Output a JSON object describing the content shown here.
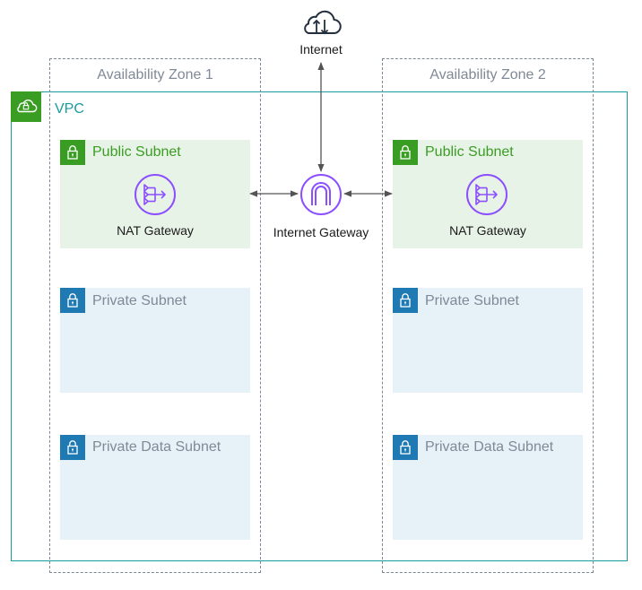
{
  "internet": {
    "label": "Internet"
  },
  "vpc": {
    "label": "VPC"
  },
  "internet_gateway": {
    "label": "Internet Gateway"
  },
  "zones": [
    {
      "label": "Availability Zone 1",
      "public_subnet": {
        "label": "Public Subnet",
        "nat_label": "NAT Gateway"
      },
      "private_subnet": {
        "label": "Private Subnet"
      },
      "data_subnet": {
        "label": "Private Data Subnet"
      }
    },
    {
      "label": "Availability Zone 2",
      "public_subnet": {
        "label": "Public Subnet",
        "nat_label": "NAT Gateway"
      },
      "private_subnet": {
        "label": "Private Subnet"
      },
      "data_subnet": {
        "label": "Private Data Subnet"
      }
    }
  ],
  "colors": {
    "vpc_border": "#1a9c9c",
    "public_green": "#3a9d23",
    "private_blue": "#1f79b3",
    "gateway_purple": "#8c4fff",
    "arrow": "#545454"
  },
  "icons": {
    "internet": "cloud-updown-icon",
    "vpc": "cloud-lock-icon",
    "subnet": "padlock-icon",
    "nat": "nat-gateway-icon",
    "igw": "internet-gateway-icon"
  }
}
